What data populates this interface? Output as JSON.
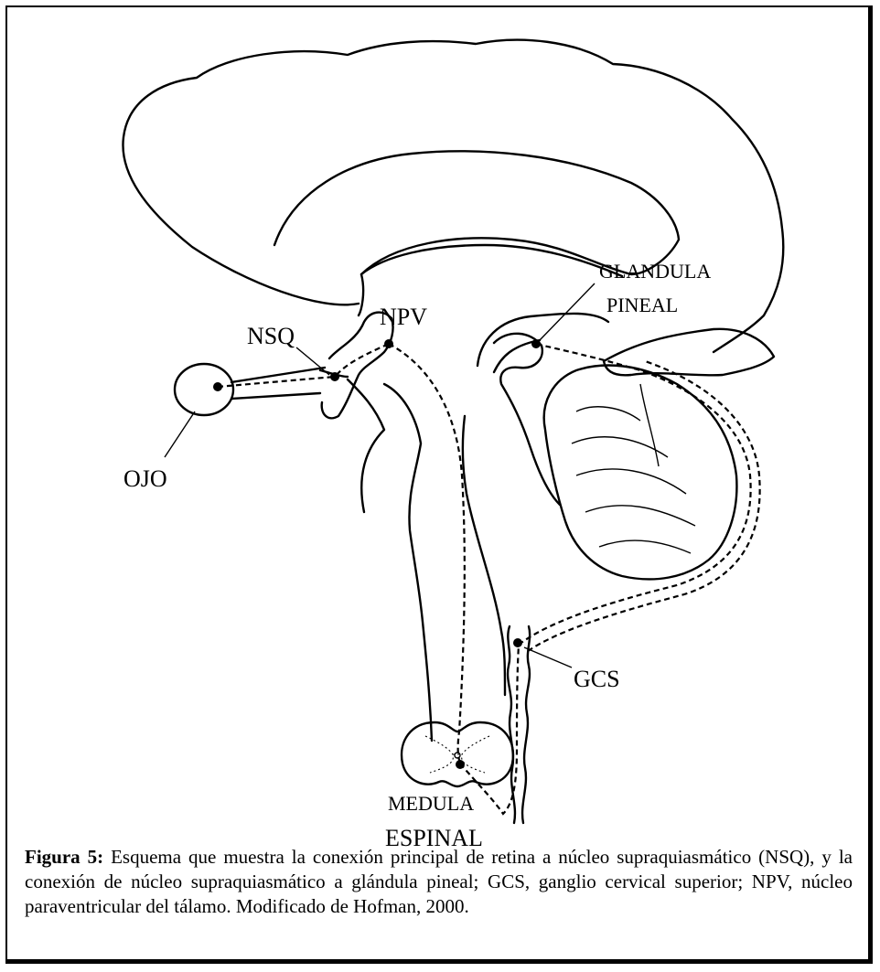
{
  "labels": {
    "ojo": "OJO",
    "nsq": "NSQ",
    "npv": "NPV",
    "glandula": "GLANDULA",
    "pineal": "PINEAL",
    "gcs": "GCS",
    "medula": "MEDULA",
    "espinal": "ESPINAL"
  },
  "caption": {
    "figure_label": "Figura 5:",
    "text": " Esquema que muestra la conexión principal de retina a núcleo supraquiasmático (NSQ), y la conexión de núcleo supraquiasmático a glándula pineal; GCS, ganglio cervical superior; NPV, núcleo paraventricular del tálamo. Modificado de Hofman, 2000."
  }
}
